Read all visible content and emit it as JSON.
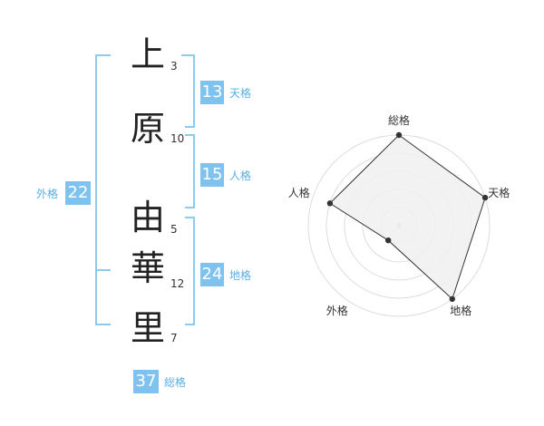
{
  "name": {
    "characters": [
      {
        "char": "上",
        "strokes": "3"
      },
      {
        "char": "原",
        "strokes": "10"
      },
      {
        "char": "由",
        "strokes": "5"
      },
      {
        "char": "華",
        "strokes": "12"
      },
      {
        "char": "里",
        "strokes": "7"
      }
    ]
  },
  "kaku": {
    "tenkaku": {
      "value": "13",
      "label": "天格"
    },
    "jinkaku": {
      "value": "15",
      "label": "人格"
    },
    "chikaku": {
      "value": "24",
      "label": "地格"
    },
    "gaikaku": {
      "value": "22",
      "label": "外格"
    },
    "soukaku": {
      "value": "37",
      "label": "総格"
    }
  },
  "colors": {
    "accent": "#7ec3ef",
    "accent_text": "#5aaee4",
    "bracket": "#8ccaf0",
    "radar_fill": "#f0f0f0",
    "radar_line": "#333333",
    "grid": "#dddddd"
  },
  "chart_data": {
    "type": "radar",
    "axes": [
      "総格",
      "天格",
      "地格",
      "外格",
      "人格"
    ],
    "values": [
      1.0,
      1.0,
      1.0,
      0.2,
      0.8
    ],
    "range": [
      0,
      1
    ],
    "rings": 5
  }
}
